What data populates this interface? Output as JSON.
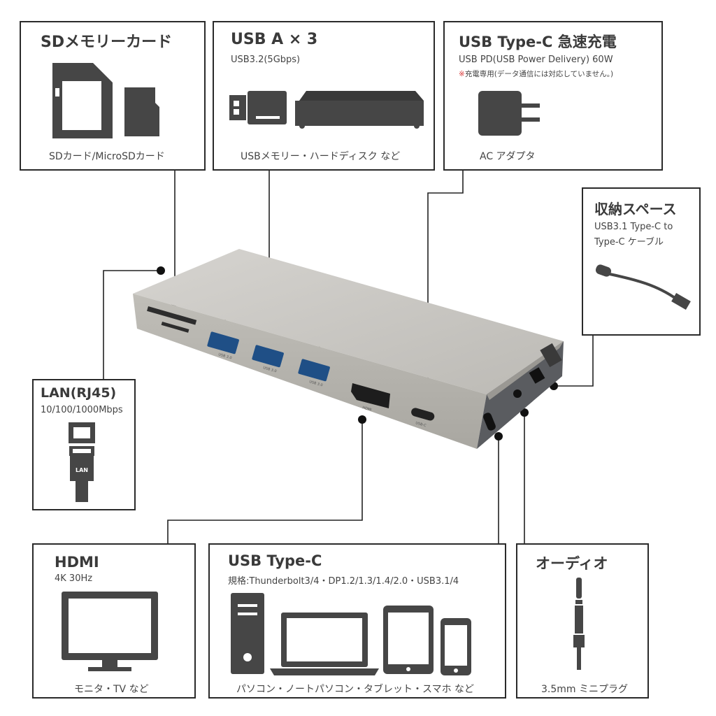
{
  "sd": {
    "title": "SDメモリーカード",
    "caption": "SDカード/MicroSDカード"
  },
  "usba": {
    "title": "USB A × 3",
    "subtitle": "USB3.2(5Gbps)",
    "caption": "USBメモリー・ハードディスク など"
  },
  "usbc_charge": {
    "title": "USB Type-C 急速充電",
    "subtitle": "USB PD(USB Power Delivery) 60W",
    "note_mark": "※",
    "note": "充電専用(データ通信には対応していません。)",
    "caption": "AC アダプタ"
  },
  "storage": {
    "title": "収納スペース",
    "line1": "USB3.1 Type-C to",
    "line2": "Type-C  ケーブル"
  },
  "lan": {
    "title": "LAN(RJ45)",
    "subtitle": "10/100/1000Mbps",
    "plug_label": "LAN"
  },
  "hdmi": {
    "title": "HDMI",
    "subtitle": "4K 30Hz",
    "caption": "モニタ・TV など"
  },
  "usbc": {
    "title": "USB Type-C",
    "subtitle": "規格:Thunderbolt3/4・DP1.2/1.3/1.4/2.0・USB3.1/4",
    "caption": "パソコン・ノートパソコン・タブレット・スマホ など"
  },
  "audio": {
    "title": "オーディオ",
    "caption": "3.5mm ミニプラグ"
  },
  "device": {
    "port_label_usb": "USB 3.0",
    "port_label_hdmi": "HDMI",
    "port_label_usbc": "USB-C"
  },
  "colors": {
    "border": "#2a2a2a",
    "icon": "#464646",
    "hub_body": "#c4c2bd",
    "hub_face": "#b3b1ab",
    "note_mark": "#d83a3a"
  }
}
